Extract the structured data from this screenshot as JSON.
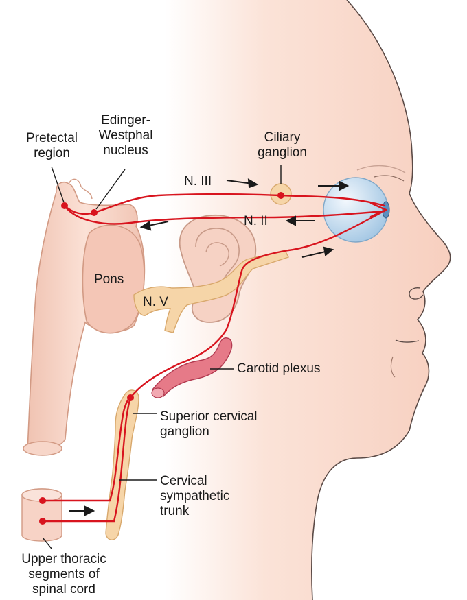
{
  "labels": {
    "pretectal_region": "Pretectal\nregion",
    "edinger_westphal": "Edinger-\nWestphal\nnucleus",
    "ciliary_ganglion": "Ciliary\nganglion",
    "n_iii": "N. III",
    "n_ii": "N. II",
    "pons": "Pons",
    "n_v": "N. V",
    "carotid_plexus": "Carotid plexus",
    "superior_cervical_ganglion": "Superior cervical\nganglion",
    "cervical_sympathetic_trunk": "Cervical\nsympathetic\ntrunk",
    "upper_thoracic_segments": "Upper thoracic\nsegments of\nspinal cord"
  },
  "colors": {
    "skin": "#f9dcd0",
    "skin_dark": "#f3c2b0",
    "outline": "#d29a84",
    "nerve": "#d8141e",
    "nerve_body": "#f6d5a8",
    "nerve_body_outline": "#d8a86c",
    "artery": "#d9546c",
    "eye": "#c9dff0",
    "text": "#1a1a1a"
  }
}
